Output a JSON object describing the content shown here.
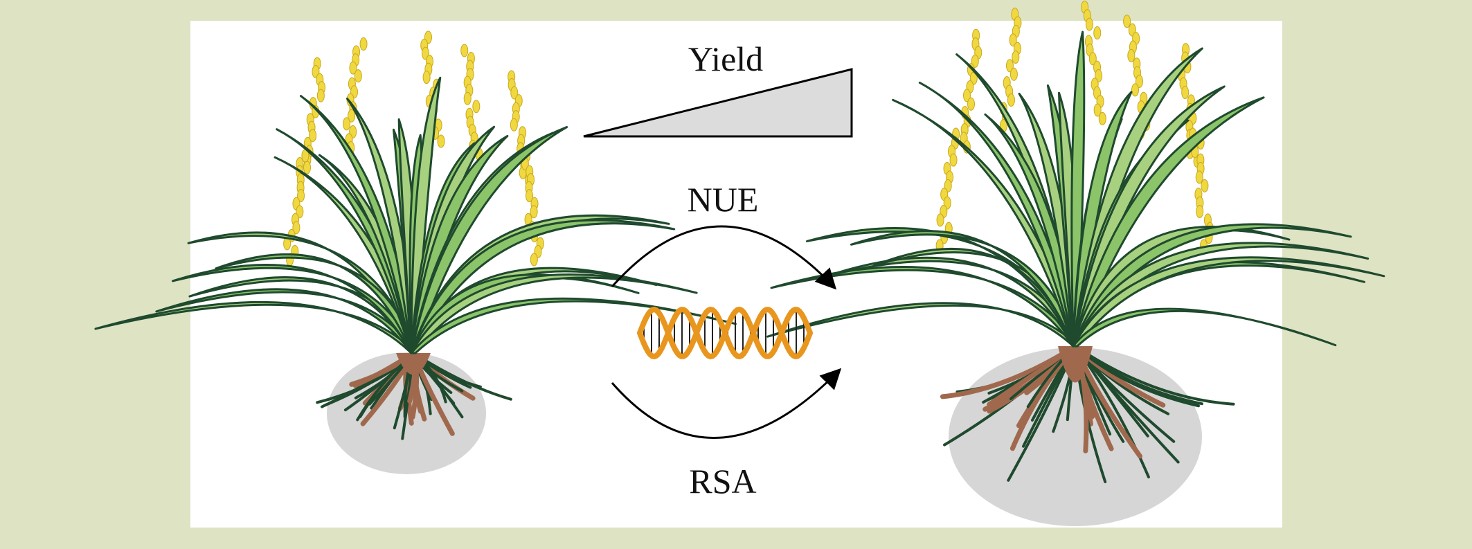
{
  "labels": {
    "yield": "Yield",
    "nue": "NUE",
    "rsa": "RSA"
  },
  "colors": {
    "background": "#dde3c3",
    "panel": "#ffffff",
    "leaf_light": "#8cc46a",
    "leaf_dark": "#1f4a2e",
    "grain": "#f0d840",
    "root": "#a0694e",
    "soil": "#d6d6d6",
    "dna": "#e8961e",
    "triangle": "#dcdcdc"
  }
}
